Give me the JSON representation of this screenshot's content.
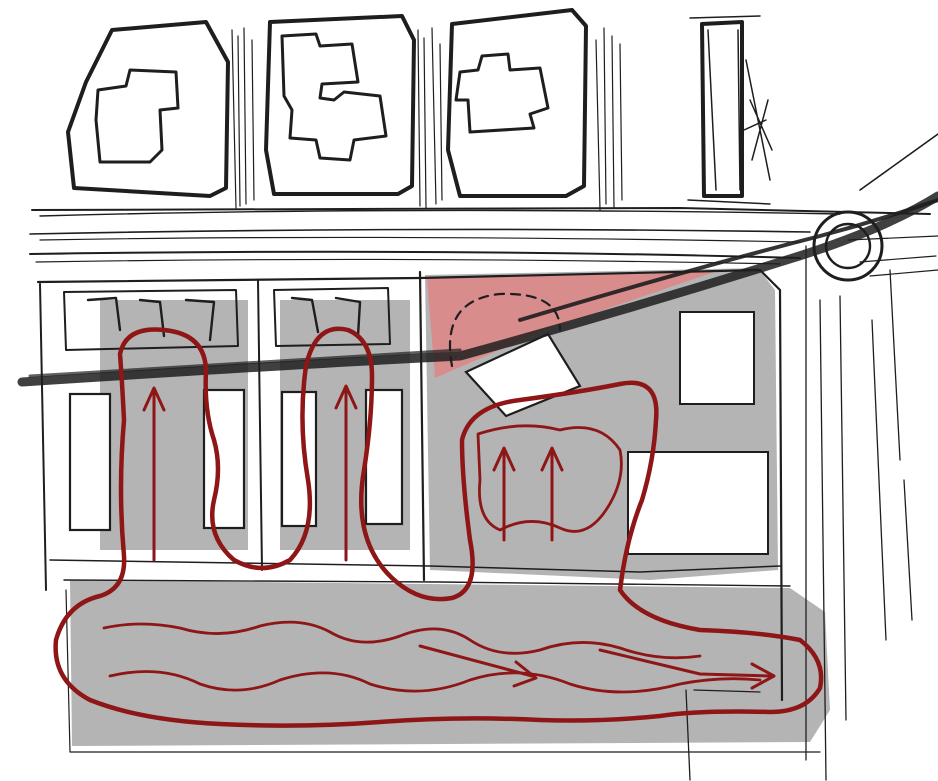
{
  "diagram": {
    "kind": "architectural-sketch-plan",
    "text_labels": [],
    "colors": {
      "paper": "#ffffff",
      "ink": "#1e1e1e",
      "grey_zone": "#b4b4b4",
      "red_flow": "#8e1616",
      "pink_zone": "#d98c8c",
      "window_fill": "#ffffff"
    },
    "elements": {
      "top_cutouts": 3,
      "bottom_arrows_tall": 2,
      "arrows_in_right_room": 2,
      "circular_node": 1
    },
    "icons": [
      "upward-arrow-icon",
      "circulation-arrow-icon",
      "circle-node-icon"
    ]
  }
}
